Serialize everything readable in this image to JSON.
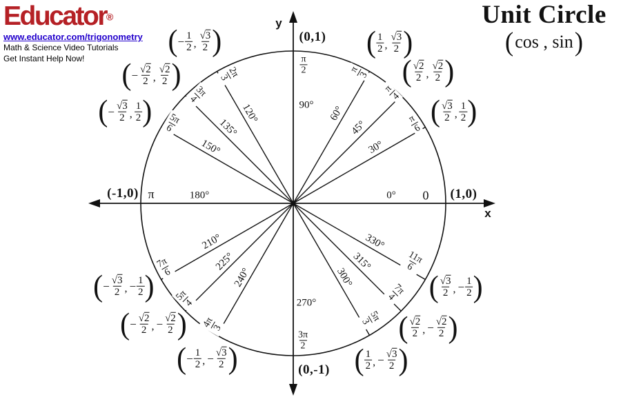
{
  "branding": {
    "logo_text": "Educator",
    "registered_mark": "®",
    "link_text": "www.educator.com/trigonometry",
    "tagline1": "Math & Science Video Tutorials",
    "tagline2": "Get Instant Help Now!",
    "logo_color": "#b52025",
    "link_color": "#2200cc"
  },
  "title_block": {
    "title": "Unit Circle",
    "subtitle_text": "cos , sin",
    "paren_open": "(",
    "paren_close": ")"
  },
  "axes": {
    "x_label": "x",
    "y_label": "y"
  },
  "chart_data": {
    "type": "diagram",
    "subtype": "unit-circle",
    "title": "Unit Circle",
    "subtitle": "(cos , sin)",
    "line_color": "#111111",
    "points": [
      {
        "angle_deg": 0,
        "axis": true,
        "degree_label": "0°",
        "radian_label": "0",
        "coord_label": "(1,0)"
      },
      {
        "angle_deg": 30,
        "axis": false,
        "degree_label": "30°",
        "radian_label": "π/6",
        "radian": {
          "num": "π",
          "den": "6"
        },
        "coord_label": "(√3/2, 1/2)",
        "coord": {
          "x": {
            "neg": false,
            "num": "√3",
            "den": "2"
          },
          "y": {
            "neg": false,
            "num": "1",
            "den": "2"
          }
        }
      },
      {
        "angle_deg": 45,
        "axis": false,
        "degree_label": "45°",
        "radian_label": "π/4",
        "radian": {
          "num": "π",
          "den": "4"
        },
        "coord_label": "(√2/2, √2/2)",
        "coord": {
          "x": {
            "neg": false,
            "num": "√2",
            "den": "2"
          },
          "y": {
            "neg": false,
            "num": "√2",
            "den": "2"
          }
        }
      },
      {
        "angle_deg": 60,
        "axis": false,
        "degree_label": "60°",
        "radian_label": "π/3",
        "radian": {
          "num": "π",
          "den": "3"
        },
        "coord_label": "(1/2, √3/2)",
        "coord": {
          "x": {
            "neg": false,
            "num": "1",
            "den": "2"
          },
          "y": {
            "neg": false,
            "num": "√3",
            "den": "2"
          }
        }
      },
      {
        "angle_deg": 90,
        "axis": true,
        "degree_label": "90°",
        "radian_label": "π/2",
        "radian": {
          "num": "π",
          "den": "2"
        },
        "coord_label": "(0,1)"
      },
      {
        "angle_deg": 120,
        "axis": false,
        "degree_label": "120°",
        "radian_label": "2π/3",
        "radian": {
          "num": "2π",
          "den": "3"
        },
        "coord_label": "(−1/2, √3/2)",
        "coord": {
          "x": {
            "neg": true,
            "num": "1",
            "den": "2"
          },
          "y": {
            "neg": false,
            "num": "√3",
            "den": "2"
          }
        }
      },
      {
        "angle_deg": 135,
        "axis": false,
        "degree_label": "135°",
        "radian_label": "3π/4",
        "radian": {
          "num": "3π",
          "den": "4"
        },
        "coord_label": "(−√2/2, √2/2)",
        "coord": {
          "x": {
            "neg": true,
            "num": "√2",
            "den": "2"
          },
          "y": {
            "neg": false,
            "num": "√2",
            "den": "2"
          }
        }
      },
      {
        "angle_deg": 150,
        "axis": false,
        "degree_label": "150°",
        "radian_label": "5π/6",
        "radian": {
          "num": "5π",
          "den": "6"
        },
        "coord_label": "(−√3/2, 1/2)",
        "coord": {
          "x": {
            "neg": true,
            "num": "√3",
            "den": "2"
          },
          "y": {
            "neg": false,
            "num": "1",
            "den": "2"
          }
        }
      },
      {
        "angle_deg": 180,
        "axis": true,
        "degree_label": "180°",
        "radian_label": "π",
        "coord_label": "(-1,0)"
      },
      {
        "angle_deg": 210,
        "axis": false,
        "degree_label": "210°",
        "radian_label": "7π/6",
        "radian": {
          "num": "7π",
          "den": "6"
        },
        "coord_label": "(−√3/2, −1/2)",
        "coord": {
          "x": {
            "neg": true,
            "num": "√3",
            "den": "2"
          },
          "y": {
            "neg": true,
            "num": "1",
            "den": "2"
          }
        }
      },
      {
        "angle_deg": 225,
        "axis": false,
        "degree_label": "225°",
        "radian_label": "5π/4",
        "radian": {
          "num": "5π",
          "den": "4"
        },
        "coord_label": "(−√2/2, −√2/2)",
        "coord": {
          "x": {
            "neg": true,
            "num": "√2",
            "den": "2"
          },
          "y": {
            "neg": true,
            "num": "√2",
            "den": "2"
          }
        }
      },
      {
        "angle_deg": 240,
        "axis": false,
        "degree_label": "240°",
        "radian_label": "4π/3",
        "radian": {
          "num": "4π",
          "den": "3"
        },
        "coord_label": "(−1/2, −√3/2)",
        "coord": {
          "x": {
            "neg": true,
            "num": "1",
            "den": "2"
          },
          "y": {
            "neg": true,
            "num": "√3",
            "den": "2"
          }
        }
      },
      {
        "angle_deg": 270,
        "axis": true,
        "degree_label": "270°",
        "radian_label": "3π/2",
        "radian": {
          "num": "3π",
          "den": "2"
        },
        "coord_label": "(0,-1)"
      },
      {
        "angle_deg": 300,
        "axis": false,
        "degree_label": "300°",
        "radian_label": "5π/3",
        "radian": {
          "num": "5π",
          "den": "3"
        },
        "coord_label": "(1/2, −√3/2)",
        "coord": {
          "x": {
            "neg": false,
            "num": "1",
            "den": "2"
          },
          "y": {
            "neg": true,
            "num": "√3",
            "den": "2"
          }
        }
      },
      {
        "angle_deg": 315,
        "axis": false,
        "degree_label": "315°",
        "radian_label": "7π/4",
        "radian": {
          "num": "7π",
          "den": "4"
        },
        "coord_label": "(√2/2, −√2/2)",
        "coord": {
          "x": {
            "neg": false,
            "num": "√2",
            "den": "2"
          },
          "y": {
            "neg": true,
            "num": "√2",
            "den": "2"
          }
        }
      },
      {
        "angle_deg": 330,
        "axis": false,
        "degree_label": "330°",
        "radian_label": "11π/6",
        "radian": {
          "num": "11π",
          "den": "6"
        },
        "coord_label": "(√3/2, −1/2)",
        "coord": {
          "x": {
            "neg": false,
            "num": "√3",
            "den": "2"
          },
          "y": {
            "neg": true,
            "num": "1",
            "den": "2"
          }
        }
      }
    ]
  }
}
